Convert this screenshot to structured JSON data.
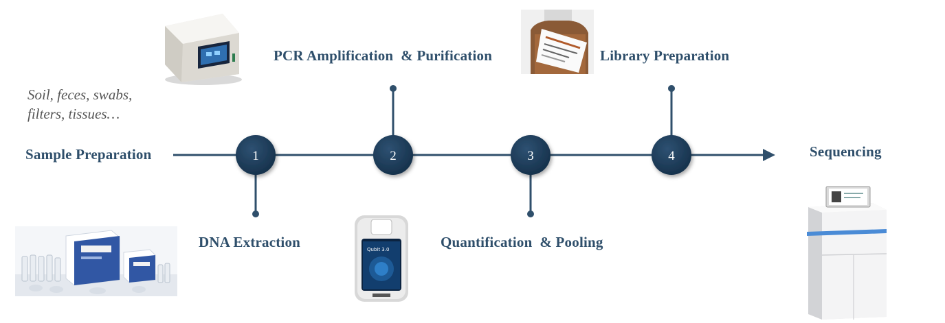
{
  "sample_note": [
    "Soil, feces, swabs,",
    "filters, tissues…"
  ],
  "start_label": "Sample Preparation",
  "end_label": "Sequencing",
  "steps": [
    {
      "number": "1",
      "label": "DNA Extraction"
    },
    {
      "number": "2",
      "label": "PCR Amplification  & Purification"
    },
    {
      "number": "3",
      "label": "Quantification  & Pooling"
    },
    {
      "number": "4",
      "label": "Library Preparation"
    }
  ],
  "images": [
    {
      "name": "extraction-kit-image",
      "caption": ""
    },
    {
      "name": "thermal-cycler-image",
      "caption": ""
    },
    {
      "name": "fluorometer-image",
      "screen_text": "Qubit 3.0"
    },
    {
      "name": "reagent-bottle-image",
      "caption": ""
    },
    {
      "name": "sequencer-image",
      "caption": ""
    }
  ],
  "colors": {
    "line": "#2f4f6b",
    "node": "#1f3a57",
    "text": "#2f4f6b"
  }
}
